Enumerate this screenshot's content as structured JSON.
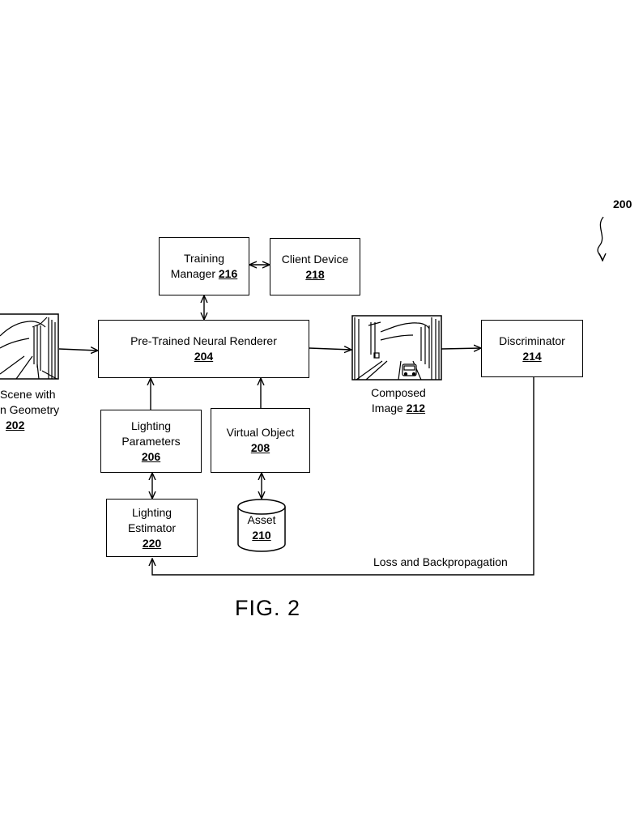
{
  "figure_ref": "200",
  "fig_label": "FIG. 2",
  "boxes": {
    "training_manager": {
      "line1": "Training",
      "line2": "Manager",
      "ref": "216"
    },
    "client_device": {
      "line1": "Client Device",
      "ref": "218"
    },
    "renderer": {
      "line1": "Pre-Trained Neural Renderer",
      "ref": "204"
    },
    "discriminator": {
      "line1": "Discriminator",
      "ref": "214"
    },
    "lighting_params": {
      "line1": "Lighting",
      "line2": "Parameters",
      "ref": "206"
    },
    "virtual_object": {
      "line1": "Virtual Object",
      "ref": "208"
    },
    "lighting_estimator": {
      "line1": "Lighting",
      "line2": "Estimator",
      "ref": "220"
    },
    "asset": {
      "line1": "Asset",
      "ref": "210"
    }
  },
  "scene": {
    "line1": "Scene with",
    "line2": "n Geometry",
    "ref": "202"
  },
  "composed": {
    "line1": "Composed",
    "line2": "Image",
    "ref": "212"
  },
  "loss_label": "Loss and Backpropagation"
}
